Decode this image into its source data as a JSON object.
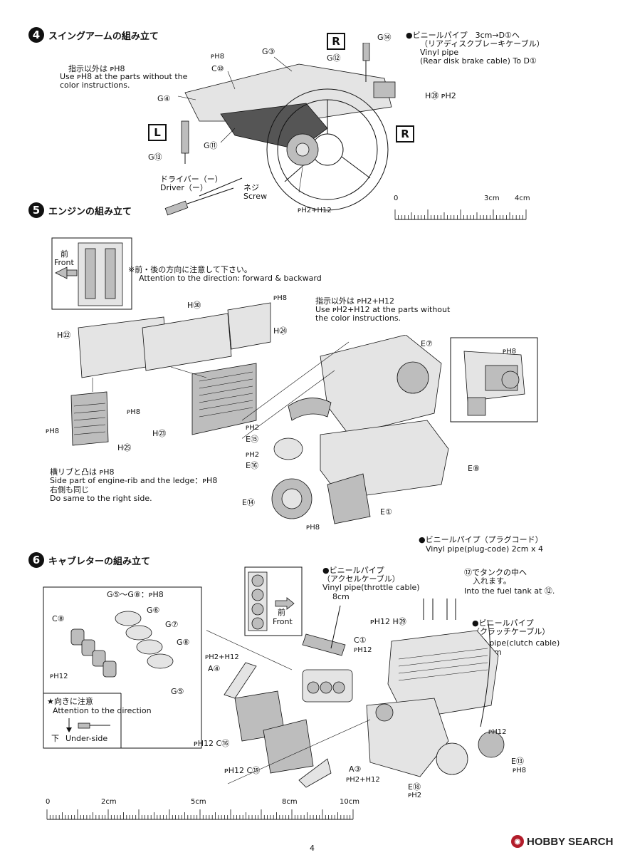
{
  "step4": {
    "number": "4",
    "title": "スイングアームの組み立て",
    "note_jp": "指示以外は ᴘH8",
    "note_en": "Use ᴘH8 at the parts without the",
    "note_en2": "color instructions.",
    "label_L": "L",
    "label_R_top": "R",
    "label_R_side": "R",
    "parts": {
      "ph8_top": "ᴘH8",
      "c10": "C⑩",
      "g3": "G③",
      "g4": "G④",
      "g11": "G⑪",
      "g13": "G⑬",
      "g14": "G⑭",
      "g12": "G⑫",
      "h28": "H㉘ ᴘH2",
      "ph2_12": "ᴘH2+H12"
    },
    "driver_jp": "ドライバー（ー）",
    "driver_en": "Driver（ー）",
    "screw_jp": "ネジ",
    "screw_en": "Screw",
    "vinyl_jp": "●ビニールパイプ　3cm→D①へ",
    "vinyl_jp2": "（リアディスクブレーキケーブル）",
    "vinyl_en": "Vinyl pipe",
    "vinyl_en2": "(Rear disk brake cable)  To D①",
    "ruler": {
      "start": "0",
      "mid": "3cm",
      "end": "4cm"
    }
  },
  "step5": {
    "number": "5",
    "title": "エンジンの組み立て",
    "front_jp": "前",
    "front_en": "Front",
    "attention_jp": "※前・後の方向に注意して下さい。",
    "attention_en": "Attention to the direction: forward & backward",
    "color_jp": "指示以外は ᴘH2+H12",
    "color_en": "Use ᴘH2+H12 at the parts without",
    "color_en2": "the color instructions.",
    "parts": {
      "h30": "H㉚",
      "ph8_a": "ᴘH8",
      "h24": "H㉔",
      "h22": "H㉒",
      "ph8_b": "ᴘH8",
      "ph8_c": "ᴘH8",
      "h23": "H㉓",
      "h25": "H㉕",
      "e7": "E⑦",
      "ph8_d": "ᴘH8",
      "ph2_a": "ᴘH2",
      "e15": "E⑮",
      "ph2_b": "ᴘH2",
      "e16": "E⑯",
      "e8": "E⑧",
      "e14": "E⑭",
      "e1": "E①",
      "ph8_e": "ᴘH8"
    },
    "rib_jp": "横リブと凸は ᴘH8",
    "rib_en": "Side part of engine-rib and the ledge：ᴘH8",
    "right_jp": "右側も同じ",
    "right_en": "Do same to the right side."
  },
  "step6": {
    "number": "6",
    "title": "キャブレターの組み立て",
    "g_range": "G⑤〜G⑧：ᴘH8",
    "parts": {
      "c8": "C⑧",
      "g6": "G⑥",
      "g7": "G⑦",
      "g8": "G⑧",
      "ph12_a": "ᴘH12",
      "g5": "G⑤",
      "ph2_12_a": "ᴘH2+H12",
      "a4": "A④",
      "c16": "ᴘH12 C⑯",
      "c15": "ᴘH12 C⑮",
      "a3": "A③",
      "ph2_12_b": "ᴘH2+H12",
      "c1": "C①",
      "ph12_b": "ᴘH12",
      "h29": "ᴘH12 H㉙",
      "ph12_c": "ᴘH12",
      "e13": "E⑬",
      "ph8": "ᴘH8",
      "e18": "E⑱",
      "ph2": "ᴘH2"
    },
    "direction_jp": "★向きに注意",
    "direction_en": "Attention to the direction",
    "underside_jp": "下",
    "underside_en": "Under-side",
    "front_jp": "前",
    "front_en": "Front",
    "throttle_jp": "●ビニールパイプ",
    "throttle_jp2": "（アクセルケーブル）",
    "throttle_en": "Vinyl pipe(throttle cable)",
    "throttle_len": "8cm",
    "plug_jp": "●ビニールパイプ（プラグコード）",
    "plug_en": "Vinyl pipe(plug-code) 2cm x 4",
    "tank_jp": "⑫でタンクの中へ",
    "tank_jp2": "入れます。",
    "tank_en": "Into the fuel tank at ⑫.",
    "clutch_jp": "●ビニールパイプ",
    "clutch_jp2": "（クラッチケーブル）",
    "clutch_en": "Vinyl pipe(clutch cable)",
    "clutch_len": "10cm",
    "ruler": {
      "t0": "0",
      "t2": "2cm",
      "t5": "5cm",
      "t8": "8cm",
      "t10": "10cm"
    }
  },
  "page_number": "4",
  "watermark": "HOBBY SEARCH"
}
